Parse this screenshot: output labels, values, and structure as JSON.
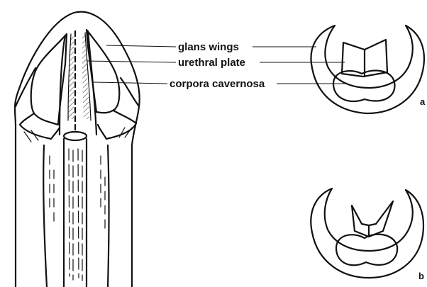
{
  "labels": {
    "glans_wings": "glans wings",
    "urethral_plate": "urethral plate",
    "corpora_cavernosa": "corpora cavernosa"
  },
  "panels": {
    "a": "a",
    "b": "b"
  },
  "colors": {
    "ink": "#111111",
    "background": "#ffffff"
  }
}
